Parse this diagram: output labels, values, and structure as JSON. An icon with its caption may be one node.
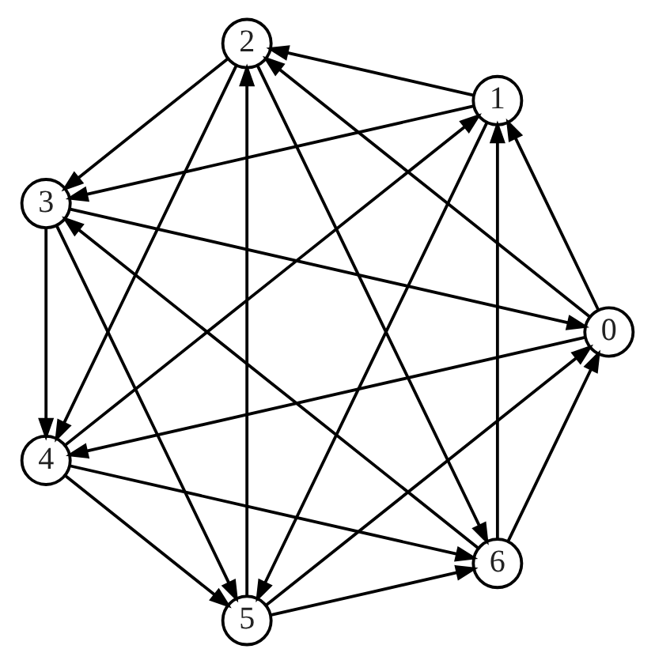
{
  "diagram": {
    "nodes": [
      {
        "text": [
          "0"
        ]
      },
      {
        "text": [
          "1"
        ]
      },
      {
        "text": [
          "2"
        ]
      },
      {
        "text": [
          "3"
        ]
      },
      {
        "text": [
          "4"
        ]
      },
      {
        "text": [
          "5"
        ]
      },
      {
        "text": [
          "6"
        ]
      }
    ],
    "edges": [
      {
        "from": 0,
        "to": 1,
        "arrow": "to"
      },
      {
        "from": 0,
        "to": 2,
        "arrow": "to"
      },
      {
        "from": 0,
        "to": 4,
        "arrow": "to"
      },
      {
        "from": 1,
        "to": 2,
        "arrow": "to"
      },
      {
        "from": 1,
        "to": 3,
        "arrow": "to"
      },
      {
        "from": 1,
        "to": 5,
        "arrow": "to"
      },
      {
        "from": 2,
        "to": 3,
        "arrow": "to"
      },
      {
        "from": 2,
        "to": 4,
        "arrow": "to"
      },
      {
        "from": 2,
        "to": 6,
        "arrow": "to"
      },
      {
        "from": 3,
        "to": 4,
        "arrow": "to"
      },
      {
        "from": 3,
        "to": 5,
        "arrow": "to"
      },
      {
        "from": 3,
        "to": 0,
        "arrow": "to"
      },
      {
        "from": 4,
        "to": 5,
        "arrow": "to"
      },
      {
        "from": 4,
        "to": 6,
        "arrow": "to"
      },
      {
        "from": 4,
        "to": 1,
        "arrow": "to"
      },
      {
        "from": 5,
        "to": 6,
        "arrow": "to"
      },
      {
        "from": 5,
        "to": 0,
        "arrow": "to"
      },
      {
        "from": 5,
        "to": 2,
        "arrow": "to"
      },
      {
        "from": 6,
        "to": 0,
        "arrow": "to"
      },
      {
        "from": 6,
        "to": 1,
        "arrow": "to"
      },
      {
        "from": 6,
        "to": 3,
        "arrow": "to"
      }
    ]
  }
}
